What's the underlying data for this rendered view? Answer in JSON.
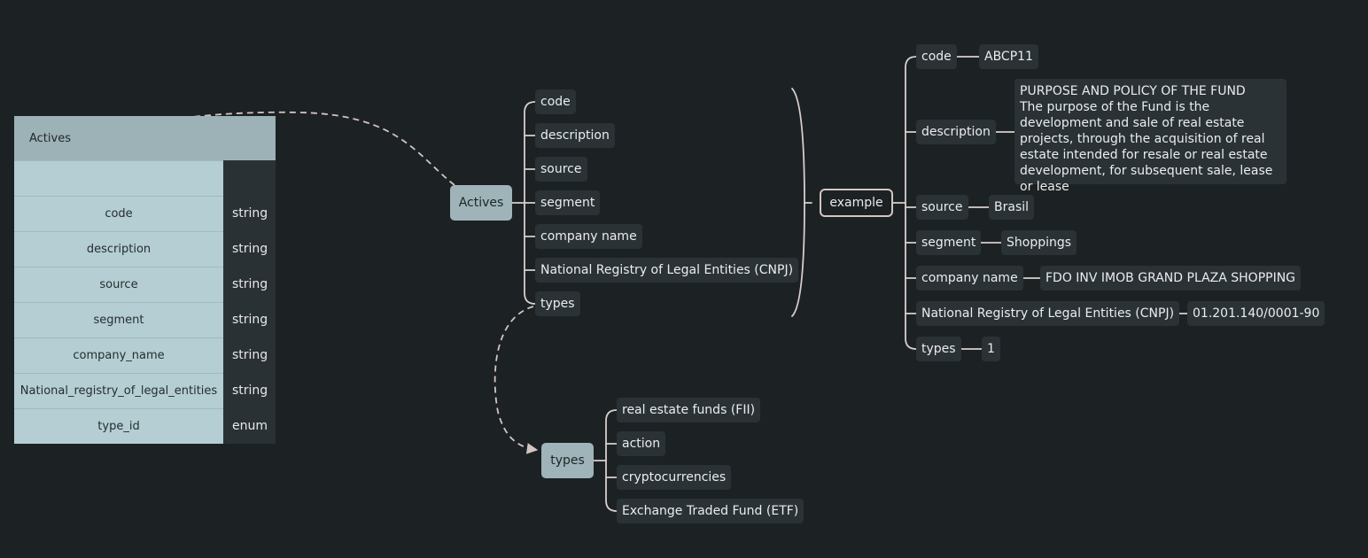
{
  "table": {
    "title": "Actives",
    "rows": [
      {
        "name": "",
        "type": ""
      },
      {
        "name": "code",
        "type": "string"
      },
      {
        "name": "description",
        "type": "string"
      },
      {
        "name": "source",
        "type": "string"
      },
      {
        "name": "segment",
        "type": "string"
      },
      {
        "name": "company_name",
        "type": "string"
      },
      {
        "name": "National_registry_of_legal_entities",
        "type": "string"
      },
      {
        "name": "type_id",
        "type": "enum"
      }
    ]
  },
  "actives": {
    "label": "Actives",
    "fields": [
      "code",
      "description",
      "source",
      "segment",
      "company name",
      "National Registry of Legal Entities (CNPJ)",
      "types"
    ]
  },
  "example": {
    "label": "example",
    "items": [
      {
        "key": "code",
        "value": "ABCP11"
      },
      {
        "key": "description",
        "value_title": "PURPOSE AND POLICY OF THE FUND",
        "value_body": "The purpose of the Fund is the development and sale of real estate projects, through the acquisition of real estate intended for resale or real estate development, for subsequent sale, lease or lease"
      },
      {
        "key": "source",
        "value": "Brasil"
      },
      {
        "key": "segment",
        "value": "Shoppings"
      },
      {
        "key": "company name",
        "value": "FDO INV IMOB GRAND PLAZA SHOPPING"
      },
      {
        "key": "National Registry of Legal Entities (CNPJ)",
        "value": "01.201.140/0001-90"
      },
      {
        "key": "types",
        "value": "1"
      }
    ]
  },
  "types": {
    "label": "types",
    "items": [
      "real estate funds (FII)",
      "action",
      "cryptocurrencies",
      "Exchange Traded Fund (ETF)"
    ]
  },
  "colors": {
    "background": "#1c2124",
    "node": "#2a3236",
    "hub": "#9eb4b8",
    "table_cell": "#b4ced3",
    "connector": "#d3c5c1"
  }
}
